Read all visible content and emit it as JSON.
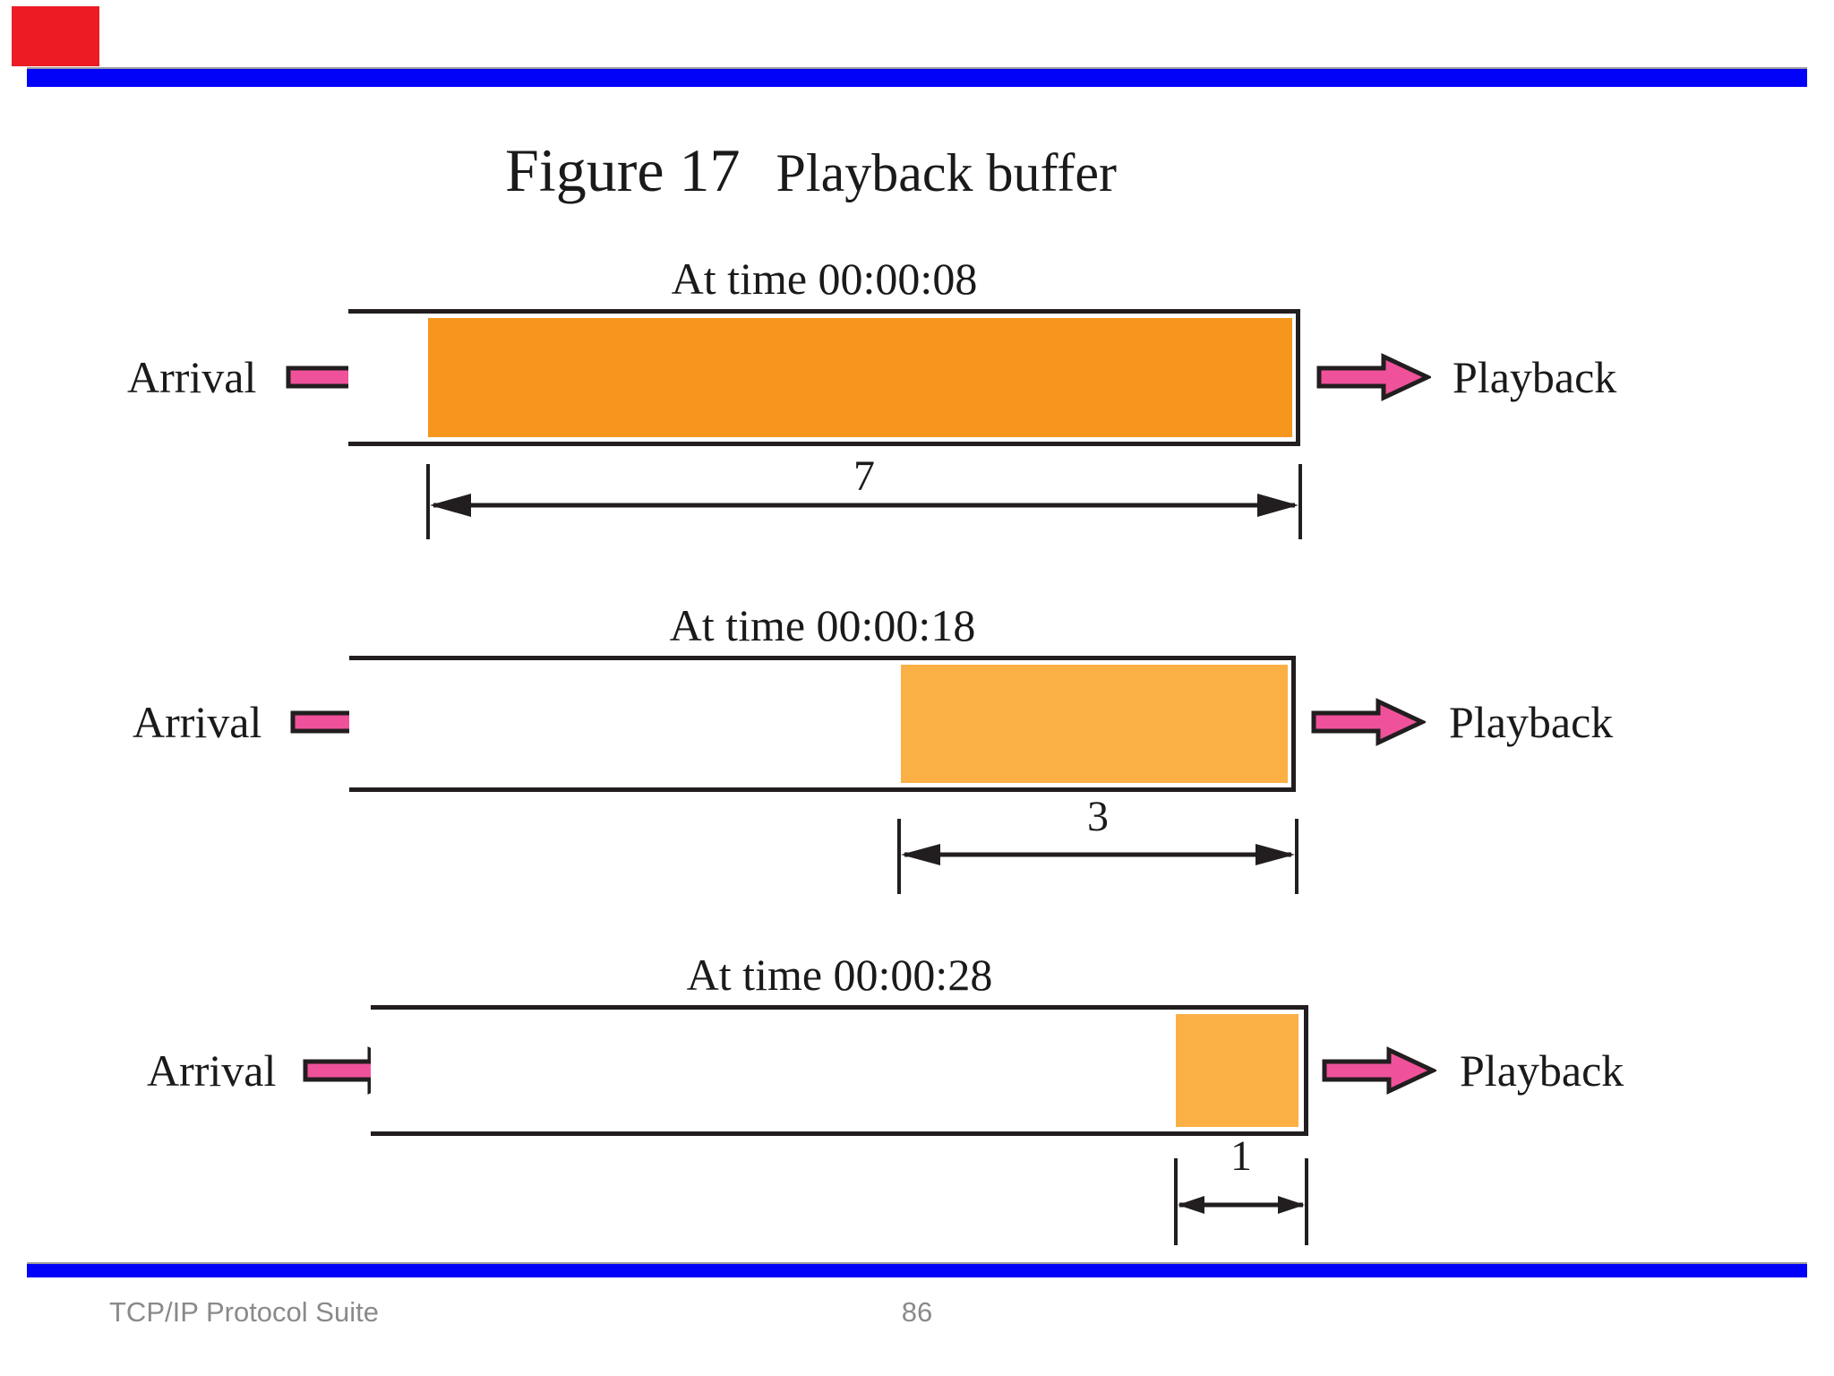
{
  "title": {
    "figure_label": "Figure 17",
    "caption": "Playback buffer"
  },
  "diagram": {
    "rows": [
      {
        "time_label": "At time 00:00:08",
        "arrival_label": "Arrival",
        "playback_label": "Playback",
        "size_label": "7"
      },
      {
        "time_label": "At time 00:00:18",
        "arrival_label": "Arrival",
        "playback_label": "Playback",
        "size_label": "3"
      },
      {
        "time_label": "At time 00:00:28",
        "arrival_label": "Arrival",
        "playback_label": "Playback",
        "size_label": "1"
      }
    ]
  },
  "footer": {
    "book_title": "TCP/IP Protocol Suite",
    "page_number": "86"
  },
  "colors": {
    "divider_blue": "#0202F8",
    "accent_red": "#EC1C24",
    "buffer_fill_dark_orange": "#F6961E",
    "buffer_fill_light_orange": "#FBB046",
    "flow_arrow_pink": "#F0519B",
    "outline_black": "#221E1F",
    "footer_text_gray": "#8A8A8A"
  }
}
